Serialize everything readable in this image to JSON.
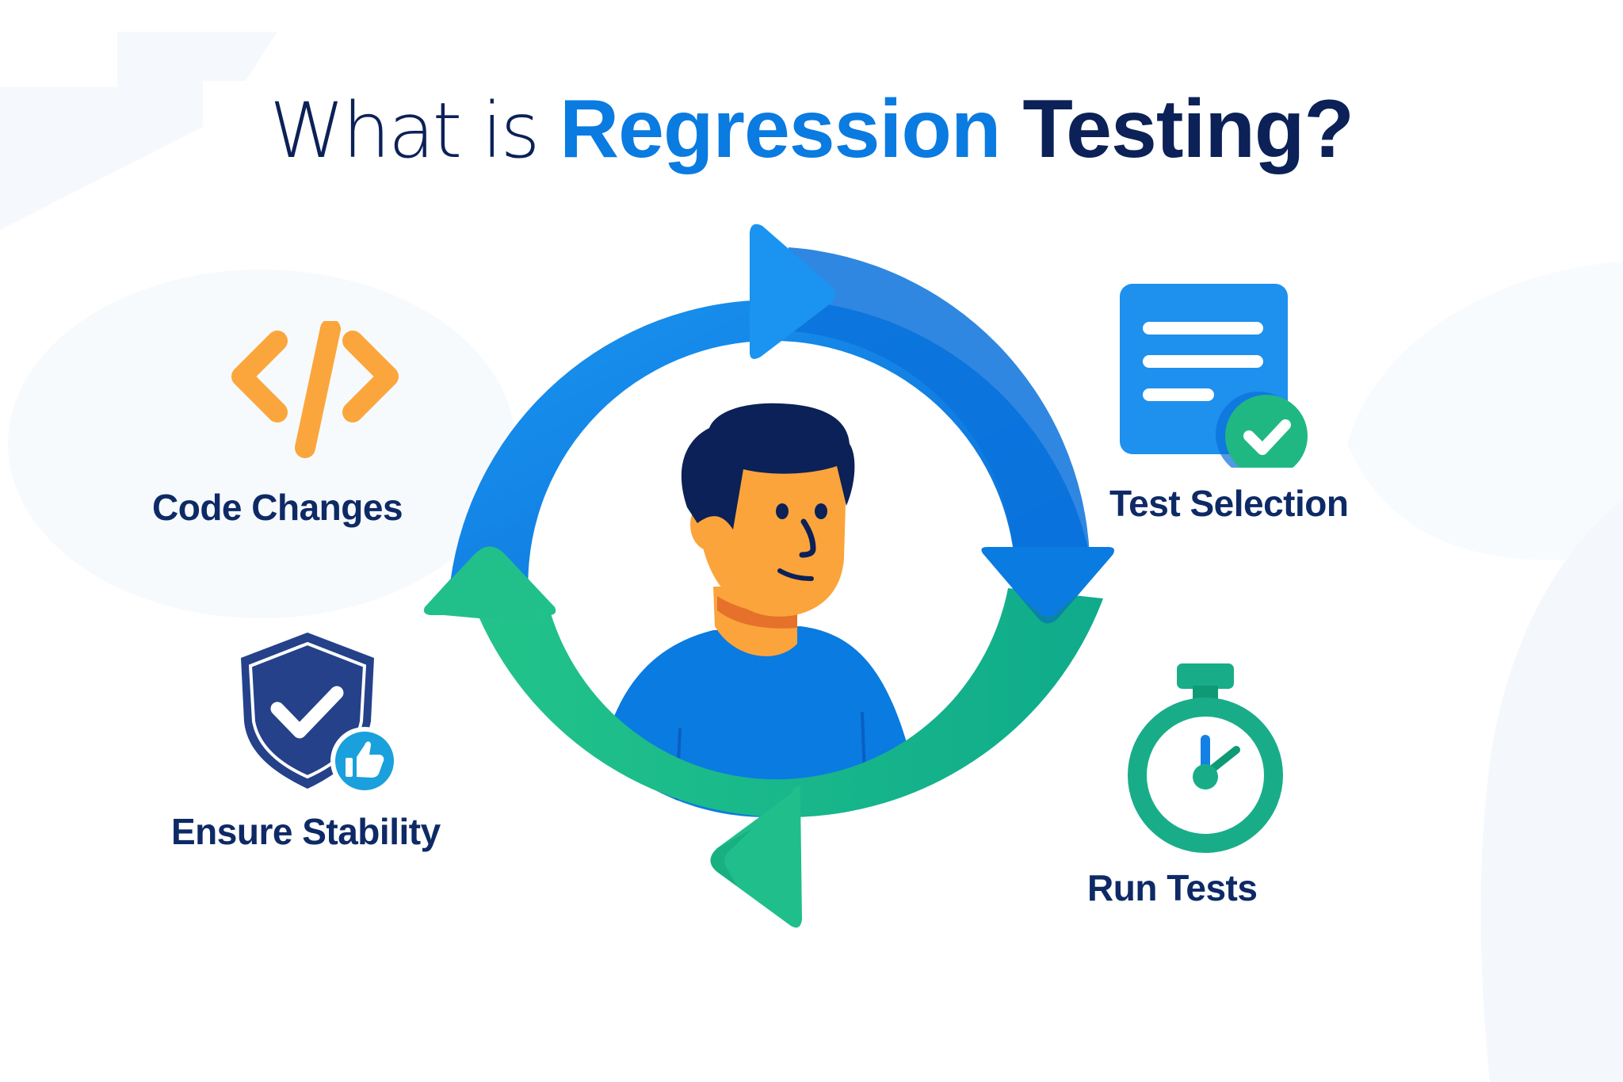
{
  "title": {
    "part1": "What is ",
    "part2": "Regression",
    "part3": " Testing?"
  },
  "colors": {
    "title_dark": "#0b2157",
    "title_accent": "#0a7be0",
    "label_text": "#0e2a66",
    "ring_blue_light": "#1a94f0",
    "ring_blue_dark": "#0a6fd8",
    "ring_green_light": "#20c08a",
    "ring_green_dark": "#10ac8a",
    "code_orange": "#fba63c",
    "doc_blue": "#1e90ee",
    "check_green": "#20b882",
    "shield_navy": "#24418a",
    "thumbs_blue": "#1aa0dc",
    "stopwatch_green": "#18ad88",
    "skin": "#fba43c",
    "hair": "#0b2157",
    "shirt": "#0a7be0"
  },
  "cycle": {
    "center_figure": "person-illustration",
    "steps": [
      {
        "id": "code-changes",
        "label": "Code Changes",
        "icon": "code-brackets-icon"
      },
      {
        "id": "test-selection",
        "label": "Test Selection",
        "icon": "document-check-icon"
      },
      {
        "id": "run-tests",
        "label": "Run Tests",
        "icon": "stopwatch-icon"
      },
      {
        "id": "ensure-stability",
        "label": "Ensure Stability",
        "icon": "shield-check-icon"
      }
    ]
  }
}
